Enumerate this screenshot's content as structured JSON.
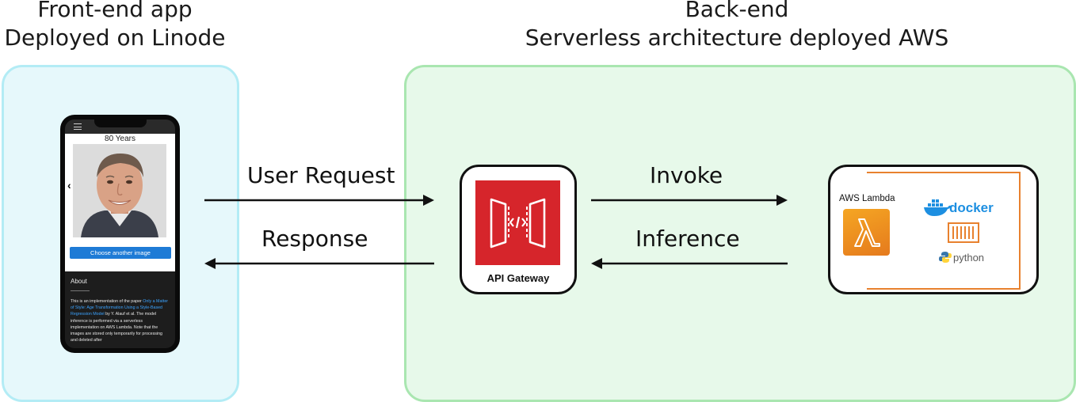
{
  "frontend": {
    "title_line1": "Front-end app",
    "title_line2": "Deployed on Linode",
    "phone": {
      "age_label": "80 Years",
      "button_label": "Choose another image",
      "about_title": "About",
      "about_text_1": "This is an implementation of the paper ",
      "about_link": "Only a Matter of Style: Age Transformation Using a Style-Based Regression Model",
      "about_text_2": " by Y. Alauf et al. The model inference is performed via a serverless implementation on AWS Lambda. Note that the images are stored only temporarily for processing and deleted after"
    }
  },
  "backend": {
    "title_line1": "Back-end",
    "title_line2": "Serverless architecture deployed AWS"
  },
  "arrows": {
    "user_request": "User Request",
    "response": "Response",
    "invoke": "Invoke",
    "inference": "Inference"
  },
  "api_gateway": {
    "label": "API Gateway"
  },
  "lambda": {
    "label": "AWS Lambda",
    "docker": "docker",
    "python": "python"
  },
  "colors": {
    "frontend_panel": "#e6f8fb",
    "backend_panel": "#e7f9ea",
    "aws_red": "#d6252b",
    "lambda_orange": "#e8812e",
    "docker_blue": "#1d8fe1",
    "button_blue": "#1e7bd6"
  }
}
